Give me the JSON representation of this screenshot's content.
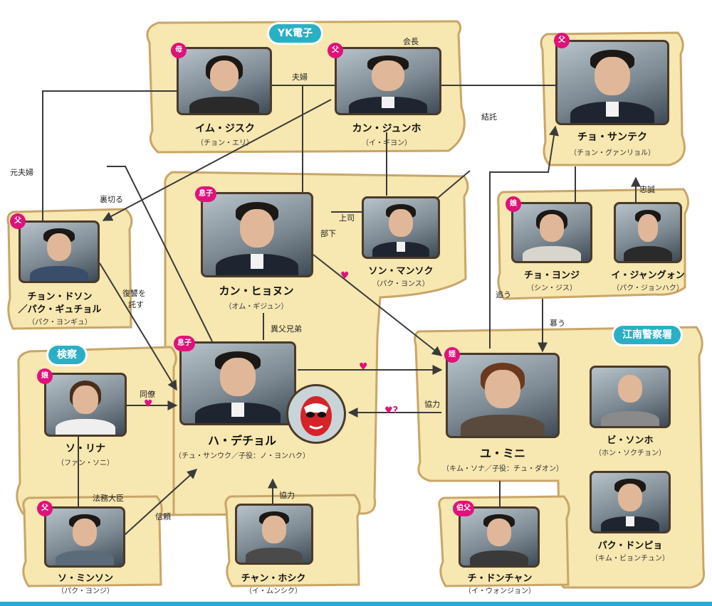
{
  "colors": {
    "parchment": "#f7e7b0",
    "parchment_edge": "#c8a669",
    "accent_pink": "#e0127a",
    "group_teal": "#2ab0c5",
    "arrow": "#3a3a3a",
    "strip_blue": "#2aa8d8"
  },
  "groups": {
    "yk": "YK電子",
    "prosecution": "検察",
    "police": "江南警察署"
  },
  "people": {
    "lim_jisuk": {
      "badge": "母",
      "name": "イム・ジスク",
      "actor": "（チョン・エリ）"
    },
    "kang_junho": {
      "badge": "父",
      "name": "カン・ジュンホ",
      "actor": "（イ・ギヨン）"
    },
    "jo_santek": {
      "badge": "父",
      "name": "チョ・サンテク",
      "actor": "（チョン・グァンリョル）"
    },
    "jeon_doson": {
      "badge": "父",
      "name": "チョン・ドソン",
      "name2": "／パク・ギュチョル",
      "actor": "（パク・ヨンギュ）"
    },
    "kang_hyonun": {
      "badge": "息子",
      "name": "カン・ヒョヌン",
      "actor": "（オム・ギジュン）"
    },
    "son_mansok": {
      "name": "ソン・マンソク",
      "actor": "（パク・ヨンス）"
    },
    "jo_yonji": {
      "badge": "娘",
      "name": "チョ・ヨンジ",
      "actor": "（シン・ジス）"
    },
    "lee_jangwon": {
      "name": "イ・ジャングォン",
      "actor": "（パク・ジョンハク）"
    },
    "so_rina": {
      "badge": "娘",
      "name": "ソ・リナ",
      "actor": "（ファン・ソニ）"
    },
    "ha_dechol": {
      "badge": "息子",
      "name": "ハ・デチョル",
      "actor": "（チュ・サンウク／子役：ノ・ヨンハク）"
    },
    "yu_mini": {
      "badge": "姪",
      "name": "ユ・ミニ",
      "actor": "（キム・ソナ／子役：チュ・ダオン）"
    },
    "bi_sonho": {
      "name": "ビ・ソンホ",
      "actor": "（ホン・ソクチョン）"
    },
    "park_donpyo": {
      "name": "パク・ドンピョ",
      "actor": "（キム・ビョンチュン）"
    },
    "so_minson": {
      "badge": "父",
      "name": "ソ・ミンソン",
      "actor": "（パク・ヨンジ）"
    },
    "chan_hosik": {
      "name": "チャン・ホシク",
      "actor": "（イ・ムンシク）"
    },
    "ji_donchan": {
      "badge": "伯父",
      "name": "チ・ドンチャン",
      "actor": "（イ・ウォンジョン）"
    }
  },
  "relations": {
    "kaichou": "会長",
    "fuufu": "夫婦",
    "ketsutaku": "結託",
    "moto_fuufu": "元夫婦",
    "uragiru": "裏切る",
    "joushi": "上司",
    "buka": "部下",
    "chuusei": "忠誠",
    "fukushuu": "復讐を",
    "takusu": "託す",
    "ifu_kyoudai": "異父兄弟",
    "ou": "追う",
    "shitau": "慕う",
    "douryou": "同僚",
    "kyouryoku_mini": "協力",
    "houmu_daijin": "法務大臣",
    "shinrai": "信頼",
    "kyouryoku_chan": "協力",
    "heart_q": "♥?"
  }
}
